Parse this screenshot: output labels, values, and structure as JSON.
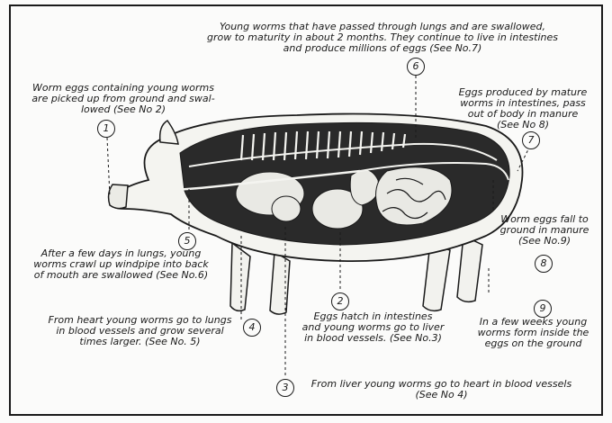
{
  "captions": {
    "c1": "Worm eggs containing young worms\nare picked up from ground and swal-\nlowed (See No 2)",
    "c2": "Eggs hatch in intestines\nand young worms go to liver\nin blood vessels. (See No.3)",
    "c3": "From liver young worms go to heart in blood vessels\n(See No 4)",
    "c4": "From heart young worms go to lungs\nin blood vessels and grow several\ntimes larger. (See No. 5)",
    "c5": "After a few days in lungs, young\nworms crawl up windpipe into back\nof mouth are swallowed (See No.6)",
    "c6": "Young worms that have passed through lungs and are swallowed,\ngrow to maturity in about 2 months. They continue to live in intestines\nand produce millions of eggs (See No.7)",
    "c7": "Eggs produced by mature\nworms in intestines, pass\nout of body in manure\n(See No 8)",
    "c8": "Worm eggs fall to\nground in manure\n(See No.9)",
    "c9": "In a few weeks young\nworms form inside the\neggs on the ground"
  },
  "markers": [
    "1",
    "2",
    "3",
    "4",
    "5",
    "6",
    "7",
    "8",
    "9"
  ],
  "colors": {
    "ink": "#1a1a1a",
    "paper": "#fbfbfa",
    "body_dark": "#2a2a2a",
    "organ": "#e9e9e4"
  }
}
